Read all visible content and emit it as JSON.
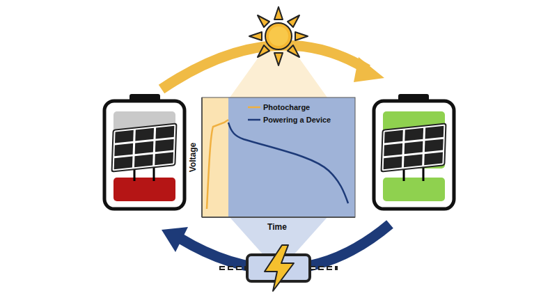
{
  "diagram": {
    "labels": [
      "Voltage",
      "Time"
    ],
    "legend": [
      {
        "text": "Photocharge"
      },
      {
        "text": "Powering a Device"
      }
    ]
  }
}
